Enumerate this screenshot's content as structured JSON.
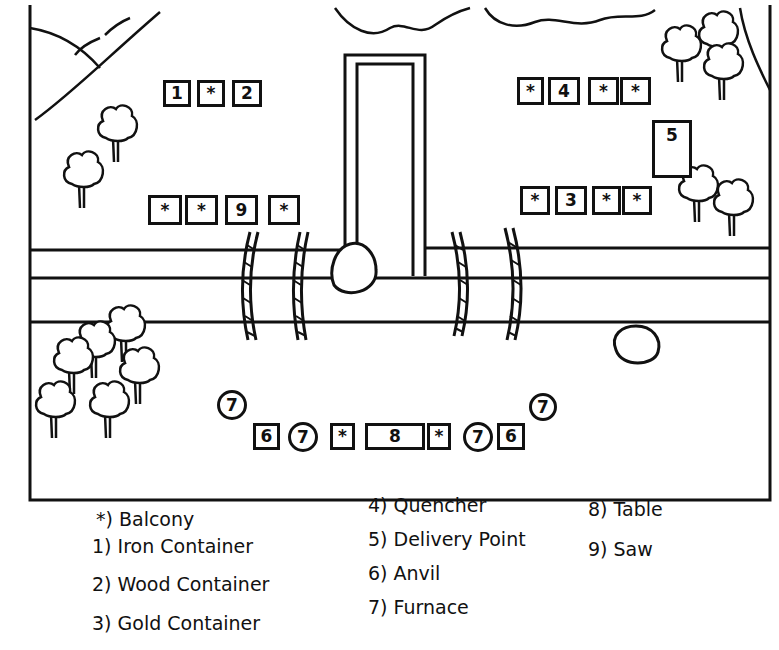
{
  "diagram": {
    "nodes": [
      {
        "text": [
          "1"
        ]
      },
      {
        "text": [
          "*"
        ]
      },
      {
        "text": [
          "2"
        ]
      },
      {
        "text": [
          "*"
        ]
      },
      {
        "text": [
          "4"
        ]
      },
      {
        "text": [
          "*"
        ]
      },
      {
        "text": [
          "*"
        ]
      },
      {
        "text": [
          "5"
        ]
      },
      {
        "text": [
          "*"
        ]
      },
      {
        "text": [
          "*"
        ]
      },
      {
        "text": [
          "9"
        ]
      },
      {
        "text": [
          "*"
        ]
      },
      {
        "text": [
          "*"
        ]
      },
      {
        "text": [
          "3"
        ]
      },
      {
        "text": [
          "*"
        ]
      },
      {
        "text": [
          "*"
        ]
      },
      {
        "text": [
          "7"
        ]
      },
      {
        "text": [
          "7"
        ]
      },
      {
        "text": [
          "6"
        ]
      },
      {
        "text": [
          "7"
        ]
      },
      {
        "text": [
          "*"
        ]
      },
      {
        "text": [
          "8"
        ]
      },
      {
        "text": [
          "*"
        ]
      },
      {
        "text": [
          "7"
        ]
      },
      {
        "text": [
          "6"
        ]
      }
    ],
    "legend": [
      {
        "text": "*) Balcony"
      },
      {
        "text": "1) Iron Container"
      },
      {
        "text": "2) Wood Container"
      },
      {
        "text": "3) Gold Container"
      },
      {
        "text": "4) Quencher"
      },
      {
        "text": "5) Delivery Point"
      },
      {
        "text": "6) Anvil"
      },
      {
        "text": "7) Furnace"
      },
      {
        "text": "8) Table"
      },
      {
        "text": "9) Saw"
      }
    ]
  }
}
